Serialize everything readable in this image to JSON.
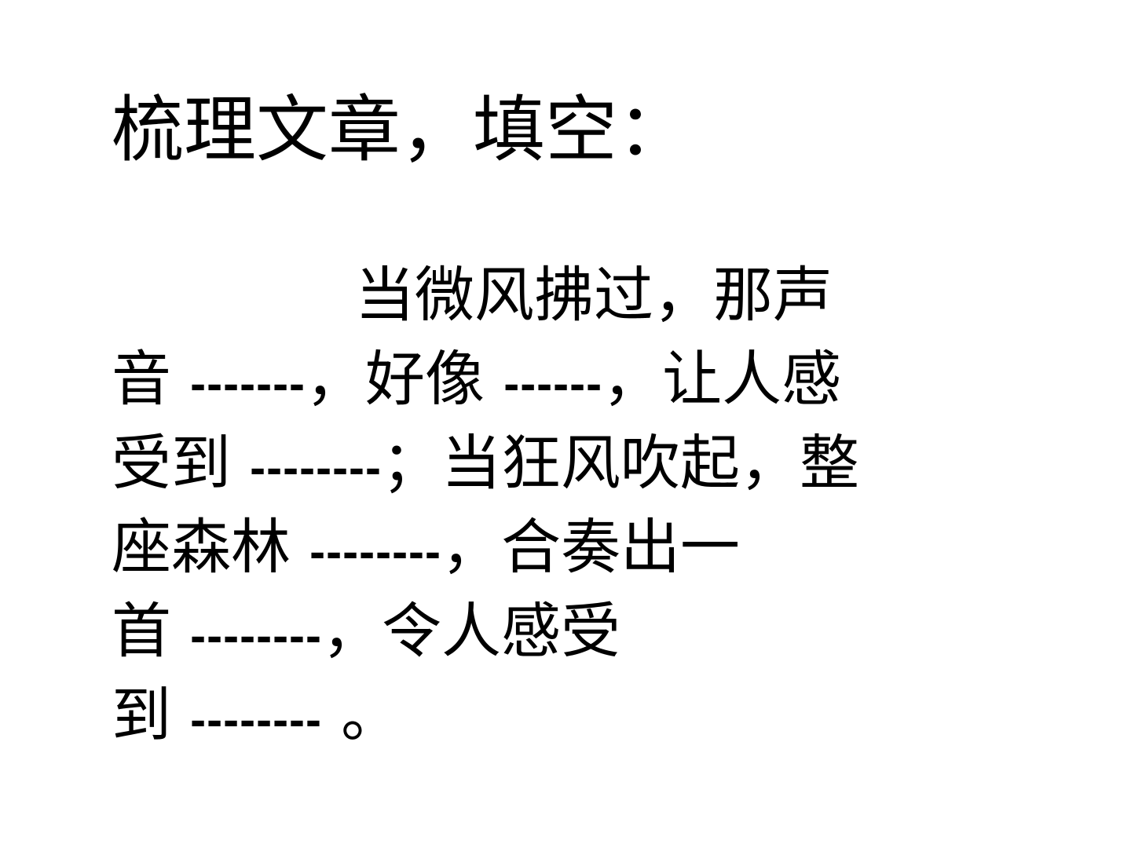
{
  "title": "梳理文章，填空：",
  "lines": [
    {
      "segments": [
        "当微风拂过，那声"
      ]
    },
    {
      "segments": [
        "音 ",
        "-------",
        "，好像 ",
        "------",
        "，让人感"
      ]
    },
    {
      "segments": [
        "受到 ",
        "--------",
        "；当狂风吹起，整"
      ]
    },
    {
      "segments": [
        "座森林 ",
        "--------",
        "，合奏出一"
      ]
    },
    {
      "segments": [
        "首 ",
        "--------",
        "，令人感受"
      ]
    },
    {
      "segments": [
        "到 ",
        "--------",
        " 。"
      ]
    }
  ]
}
